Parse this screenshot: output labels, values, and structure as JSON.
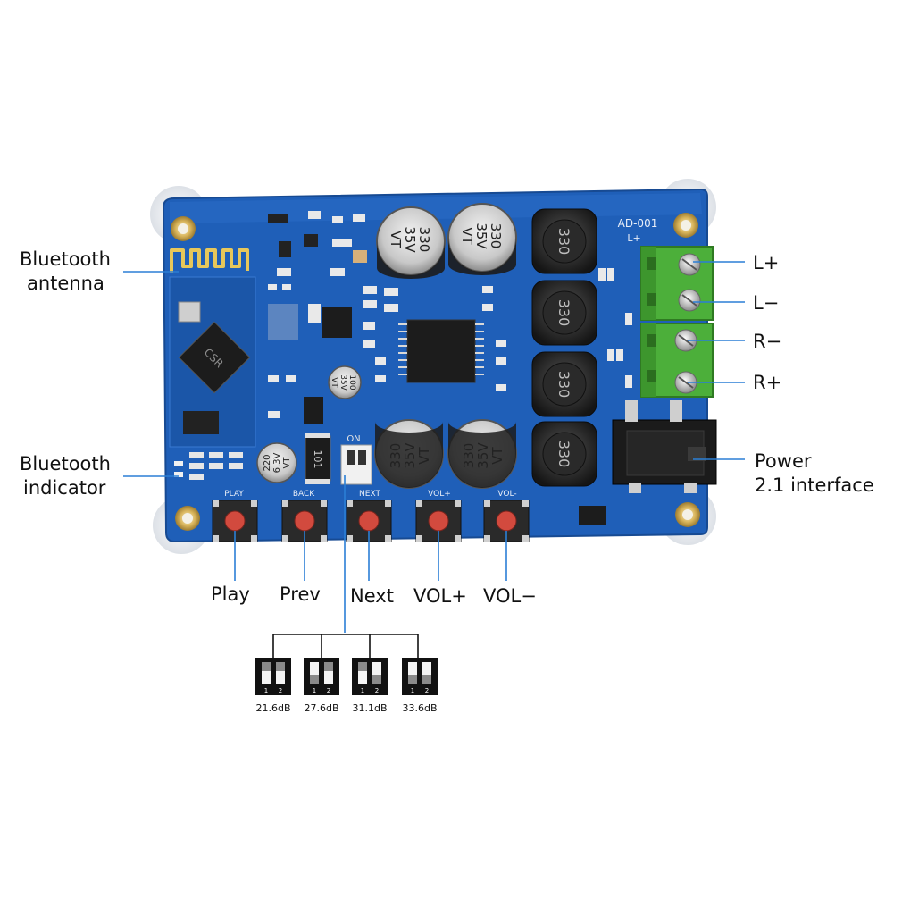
{
  "labels": {
    "bt_antenna_1": "Bluetooth",
    "bt_antenna_2": "antenna",
    "bt_indicator_1": "Bluetooth",
    "bt_indicator_2": "indicator",
    "l_plus": "L+",
    "l_minus": "L−",
    "r_minus": "R−",
    "r_plus": "R+",
    "power_1": "Power",
    "power_2": "2.1 interface",
    "play": "Play",
    "prev": "Prev",
    "next": "Next",
    "vol_plus": "VOL+",
    "vol_minus": "VOL−"
  },
  "dip_gains": [
    "21.6dB",
    "27.6dB",
    "31.1dB",
    "33.6dB"
  ],
  "board": {
    "model": "AD-001",
    "terminal_mark": "L+",
    "switch_on": "ON",
    "inductor_value": "330",
    "cap_large": [
      "330",
      "35V",
      "VT"
    ],
    "cap_small": [
      "100",
      "35V",
      "VT"
    ],
    "cap_220": [
      "220",
      "6.3V",
      "VT"
    ],
    "resistor_101": "101",
    "chip_brand": "CSR",
    "button_silk": [
      "PLAY",
      "BACK",
      "NEXT",
      "VOL+",
      "VOL-"
    ]
  },
  "colors": {
    "pcb": "#1f5fb8",
    "pcb_dark": "#184a94",
    "terminal": "#4caf3a",
    "button_red": "#d24a3e",
    "leader": "#2b7fd6"
  }
}
